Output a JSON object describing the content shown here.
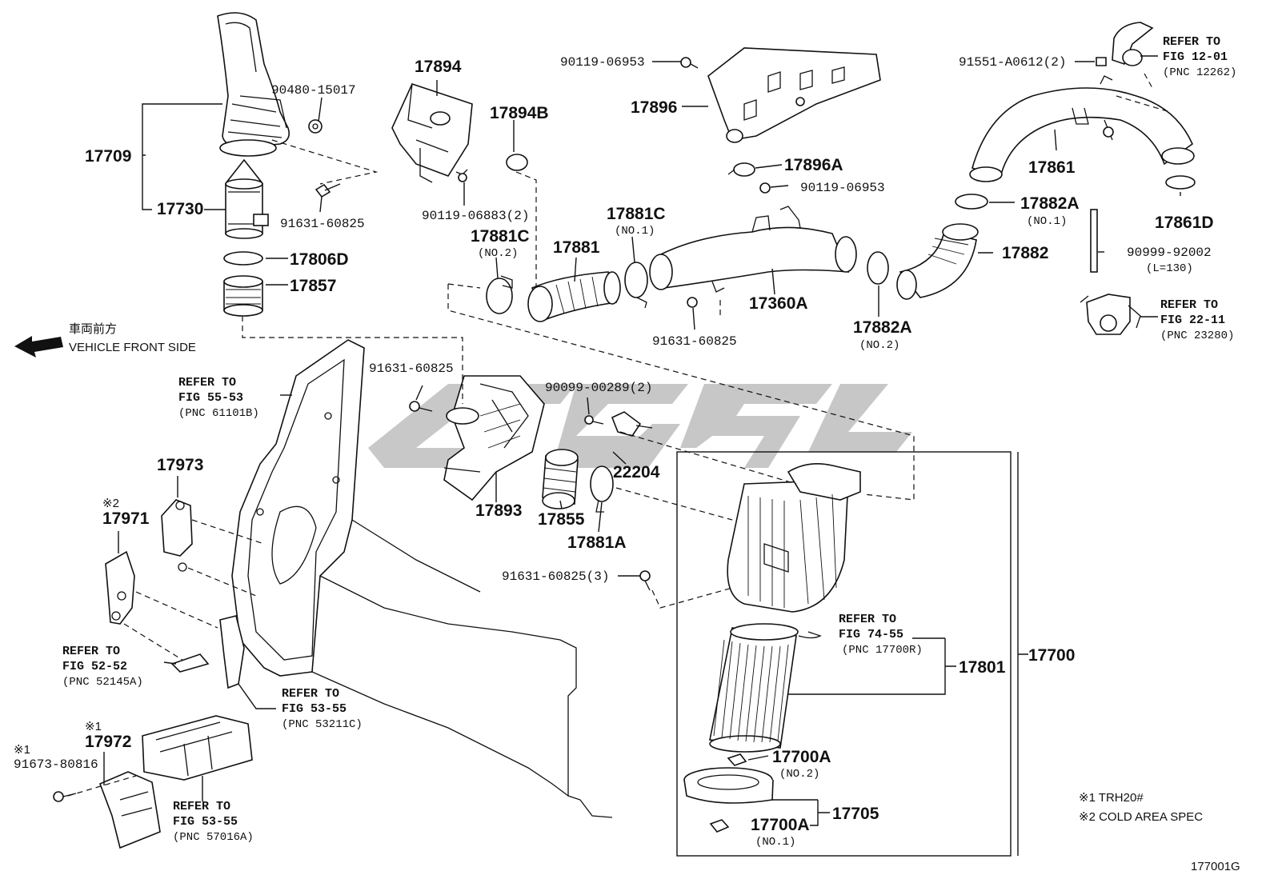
{
  "direction": {
    "japanese": "車両前方",
    "english": "VEHICLE FRONT SIDE"
  },
  "parts": {
    "p17709": "17709",
    "p17730": "17730",
    "p90480": "90480-15017",
    "p91631a": "91631-60825",
    "p17806D": "17806D",
    "p17857": "17857",
    "p17894": "17894",
    "p17894B": "17894B",
    "p90119a": "90119-06883(2)",
    "p17881C_2": "17881C",
    "p17881C_2_sub": "(NO.2)",
    "p17881": "17881",
    "p17881C_1": "17881C",
    "p17881C_1_sub": "(NO.1)",
    "p90119b": "90119-06953",
    "p17896": "17896",
    "p17896A": "17896A",
    "p90119c": "90119-06953",
    "p17360A": "17360A",
    "p91631b": "91631-60825",
    "p17882A_2": "17882A",
    "p17882A_2_sub": "(NO.2)",
    "p17882": "17882",
    "p17882A_1": "17882A",
    "p17882A_1_sub": "(NO.1)",
    "p17861": "17861",
    "p17861D": "17861D",
    "p91551": "91551-A0612(2)",
    "p90999": "90999-92002",
    "p90999_sub": "(L=130)",
    "p91631c": "91631-60825",
    "p90099": "90099-00289(2)",
    "p17893": "17893",
    "p17855": "17855",
    "p22204": "22204",
    "p17881A": "17881A",
    "p91631d": "91631-60825(3)",
    "p17973": "17973",
    "p17971_mark": "※2",
    "p17971": "17971",
    "p17972_mark": "※1",
    "p17972": "17972",
    "p91673_mark": "※1",
    "p91673": "91673-80816",
    "p17801": "17801",
    "p17700": "17700",
    "p17700A_2": "17700A",
    "p17700A_2_sub": "(NO.2)",
    "p17705": "17705",
    "p17700A_1": "17700A",
    "p17700A_1_sub": "(NO.1)"
  },
  "refs": {
    "r12": {
      "l1": "REFER TO",
      "l2": "FIG 12-01",
      "l3": "(PNC 12262)"
    },
    "r22": {
      "l1": "REFER TO",
      "l2": "FIG 22-11",
      "l3": "(PNC 23280)"
    },
    "r55": {
      "l1": "REFER TO",
      "l2": "FIG 55-53",
      "l3": "(PNC 61101B)"
    },
    "r52": {
      "l1": "REFER TO",
      "l2": "FIG 52-52",
      "l3": "(PNC 52145A)"
    },
    "r53a": {
      "l1": "REFER TO",
      "l2": "FIG 53-55",
      "l3": "(PNC 53211C)"
    },
    "r53b": {
      "l1": "REFER TO",
      "l2": "FIG 53-55",
      "l3": "(PNC 57016A)"
    },
    "r74": {
      "l1": "REFER TO",
      "l2": "FIG 74-55",
      "l3": "(PNC 17700R)"
    }
  },
  "notes": {
    "n1": "※1 TRH20#",
    "n2": "※2 COLD AREA SPEC",
    "fig_id": "177001G"
  }
}
